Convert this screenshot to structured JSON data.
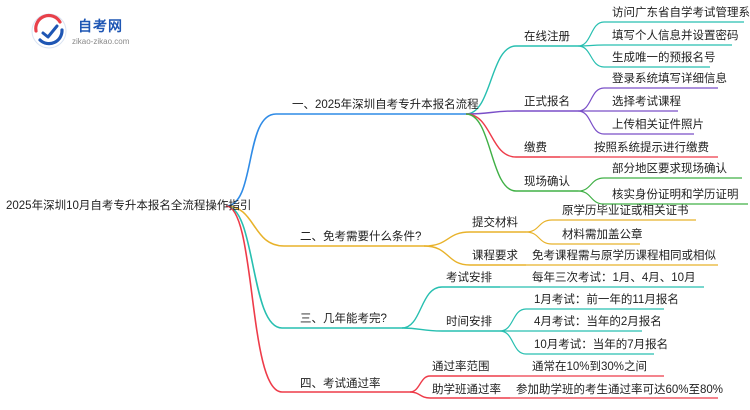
{
  "logo": {
    "name": "自考网",
    "domain": "zikao-zikao.com"
  },
  "colors": {
    "blue": "#2f8be6",
    "gold": "#e8b22a",
    "teal": "#27bfb0",
    "purple": "#7a4fc8",
    "red": "#ee3b49",
    "green": "#40b046"
  },
  "root": "2025年深圳10月自考专升本报名全流程操作指引",
  "b1": {
    "label": "一、2025年深圳自考专升本报名流程",
    "s1": {
      "label": "在线注册",
      "leaves": [
        "访问广东省自学考试管理系统",
        "填写个人信息并设置密码",
        "生成唯一的预报名号"
      ]
    },
    "s2": {
      "label": "正式报名",
      "leaves": [
        "登录系统填写详细信息",
        "选择考试课程",
        "上传相关证件照片"
      ]
    },
    "s3": {
      "label": "缴费",
      "leaves": [
        "按照系统提示进行缴费"
      ]
    },
    "s4": {
      "label": "现场确认",
      "leaves": [
        "部分地区要求现场确认",
        "核实身份证明和学历证明"
      ]
    }
  },
  "b2": {
    "label": "二、免考需要什么条件?",
    "s1": {
      "label": "提交材料",
      "leaves": [
        "原学历毕业证或相关证书",
        "材料需加盖公章"
      ]
    },
    "s2": {
      "label": "课程要求",
      "leaves": [
        "免考课程需与原学历课程相同或相似"
      ]
    }
  },
  "b3": {
    "label": "三、几年能考完?",
    "s1": {
      "label": "考试安排",
      "leaves": [
        "每年三次考试：1月、4月、10月"
      ]
    },
    "s2": {
      "label": "时间安排",
      "leaves": [
        "1月考试：前一年的11月报名",
        "4月考试：当年的2月报名",
        "10月考试：当年的7月报名"
      ]
    }
  },
  "b4": {
    "label": "四、考试通过率",
    "s1": {
      "label": "通过率范围",
      "leaves": [
        "通常在10%到30%之间"
      ]
    },
    "s2": {
      "label": "助学班通过率",
      "leaves": [
        "参加助学班的考生通过率可达60%至80%"
      ]
    }
  }
}
